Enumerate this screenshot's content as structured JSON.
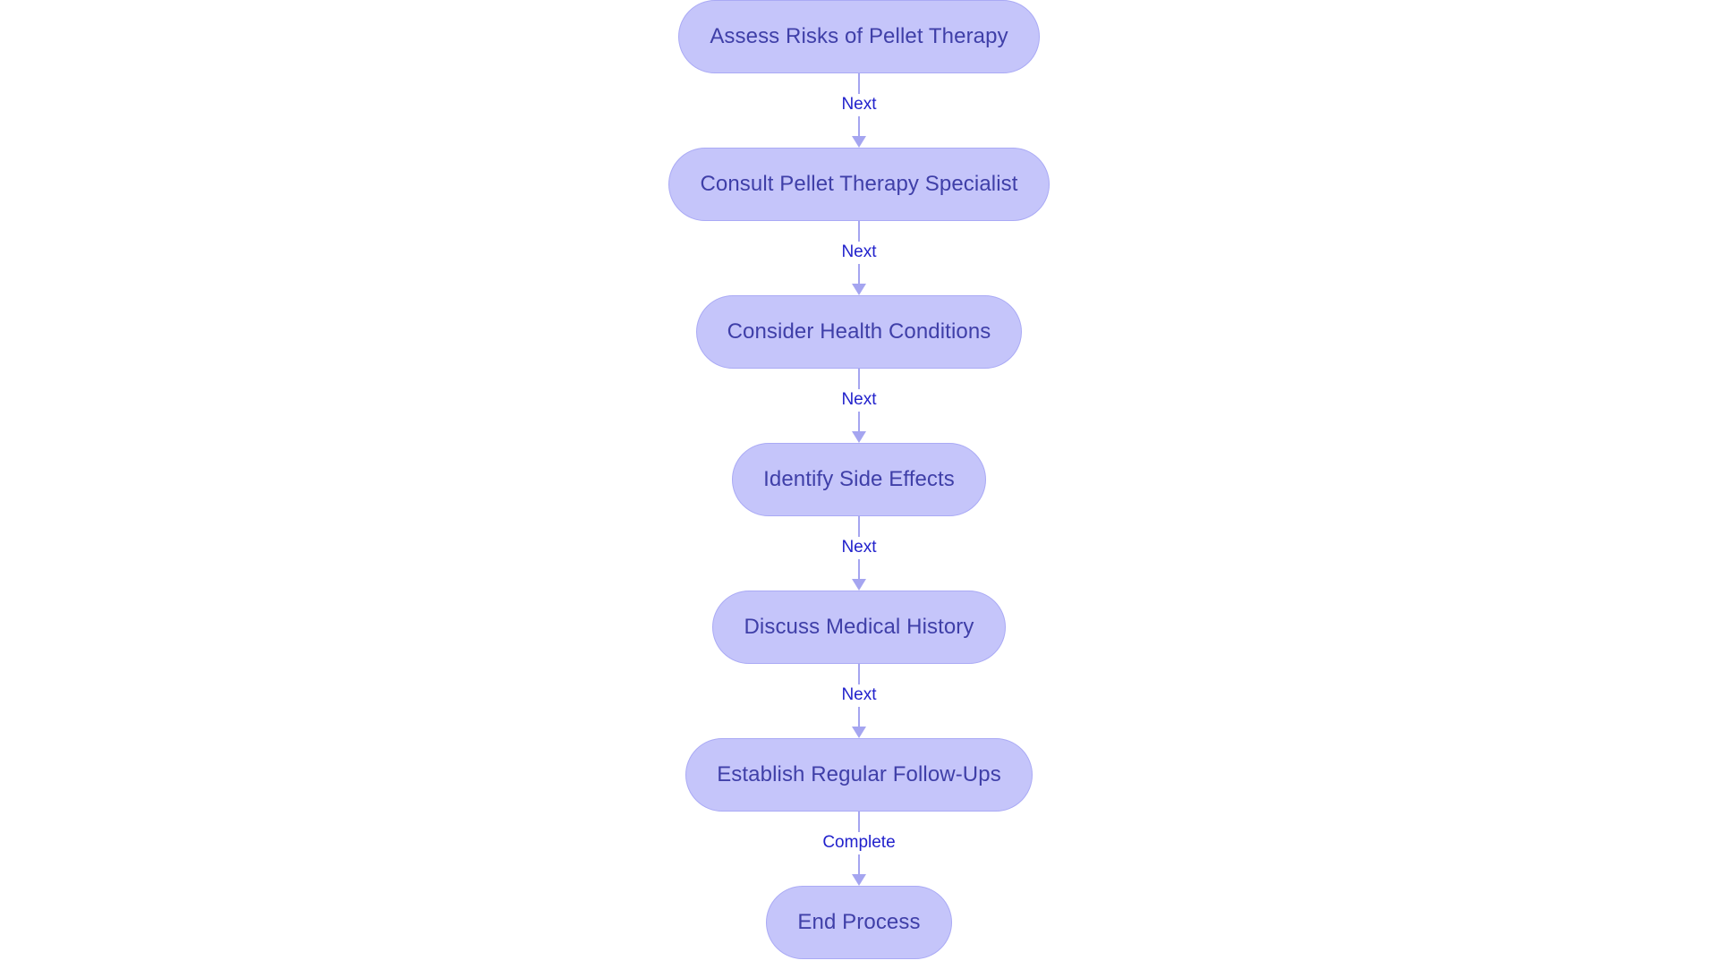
{
  "diagram": {
    "type": "flowchart",
    "orientation": "vertical",
    "background_color": "#ffffff",
    "node_fill_color": "#c5c5fa",
    "node_border_color": "#aaaaf5",
    "node_text_color": "#3f3fa8",
    "edge_label_color": "#2222cc",
    "edge_line_color": "#a5a5f0",
    "nodes": [
      {
        "id": "assess-risks",
        "label": "Assess Risks of Pellet Therapy"
      },
      {
        "id": "consult-specialist",
        "label": "Consult Pellet Therapy Specialist"
      },
      {
        "id": "health-conditions",
        "label": "Consider Health Conditions"
      },
      {
        "id": "side-effects",
        "label": "Identify Side Effects"
      },
      {
        "id": "medical-history",
        "label": "Discuss Medical History"
      },
      {
        "id": "follow-ups",
        "label": "Establish Regular Follow-Ups"
      },
      {
        "id": "end-process",
        "label": "End Process"
      }
    ],
    "edges": [
      {
        "from": "assess-risks",
        "to": "consult-specialist",
        "label": "Next"
      },
      {
        "from": "consult-specialist",
        "to": "health-conditions",
        "label": "Next"
      },
      {
        "from": "health-conditions",
        "to": "side-effects",
        "label": "Next"
      },
      {
        "from": "side-effects",
        "to": "medical-history",
        "label": "Next"
      },
      {
        "from": "medical-history",
        "to": "follow-ups",
        "label": "Next"
      },
      {
        "from": "follow-ups",
        "to": "end-process",
        "label": "Complete"
      }
    ]
  }
}
